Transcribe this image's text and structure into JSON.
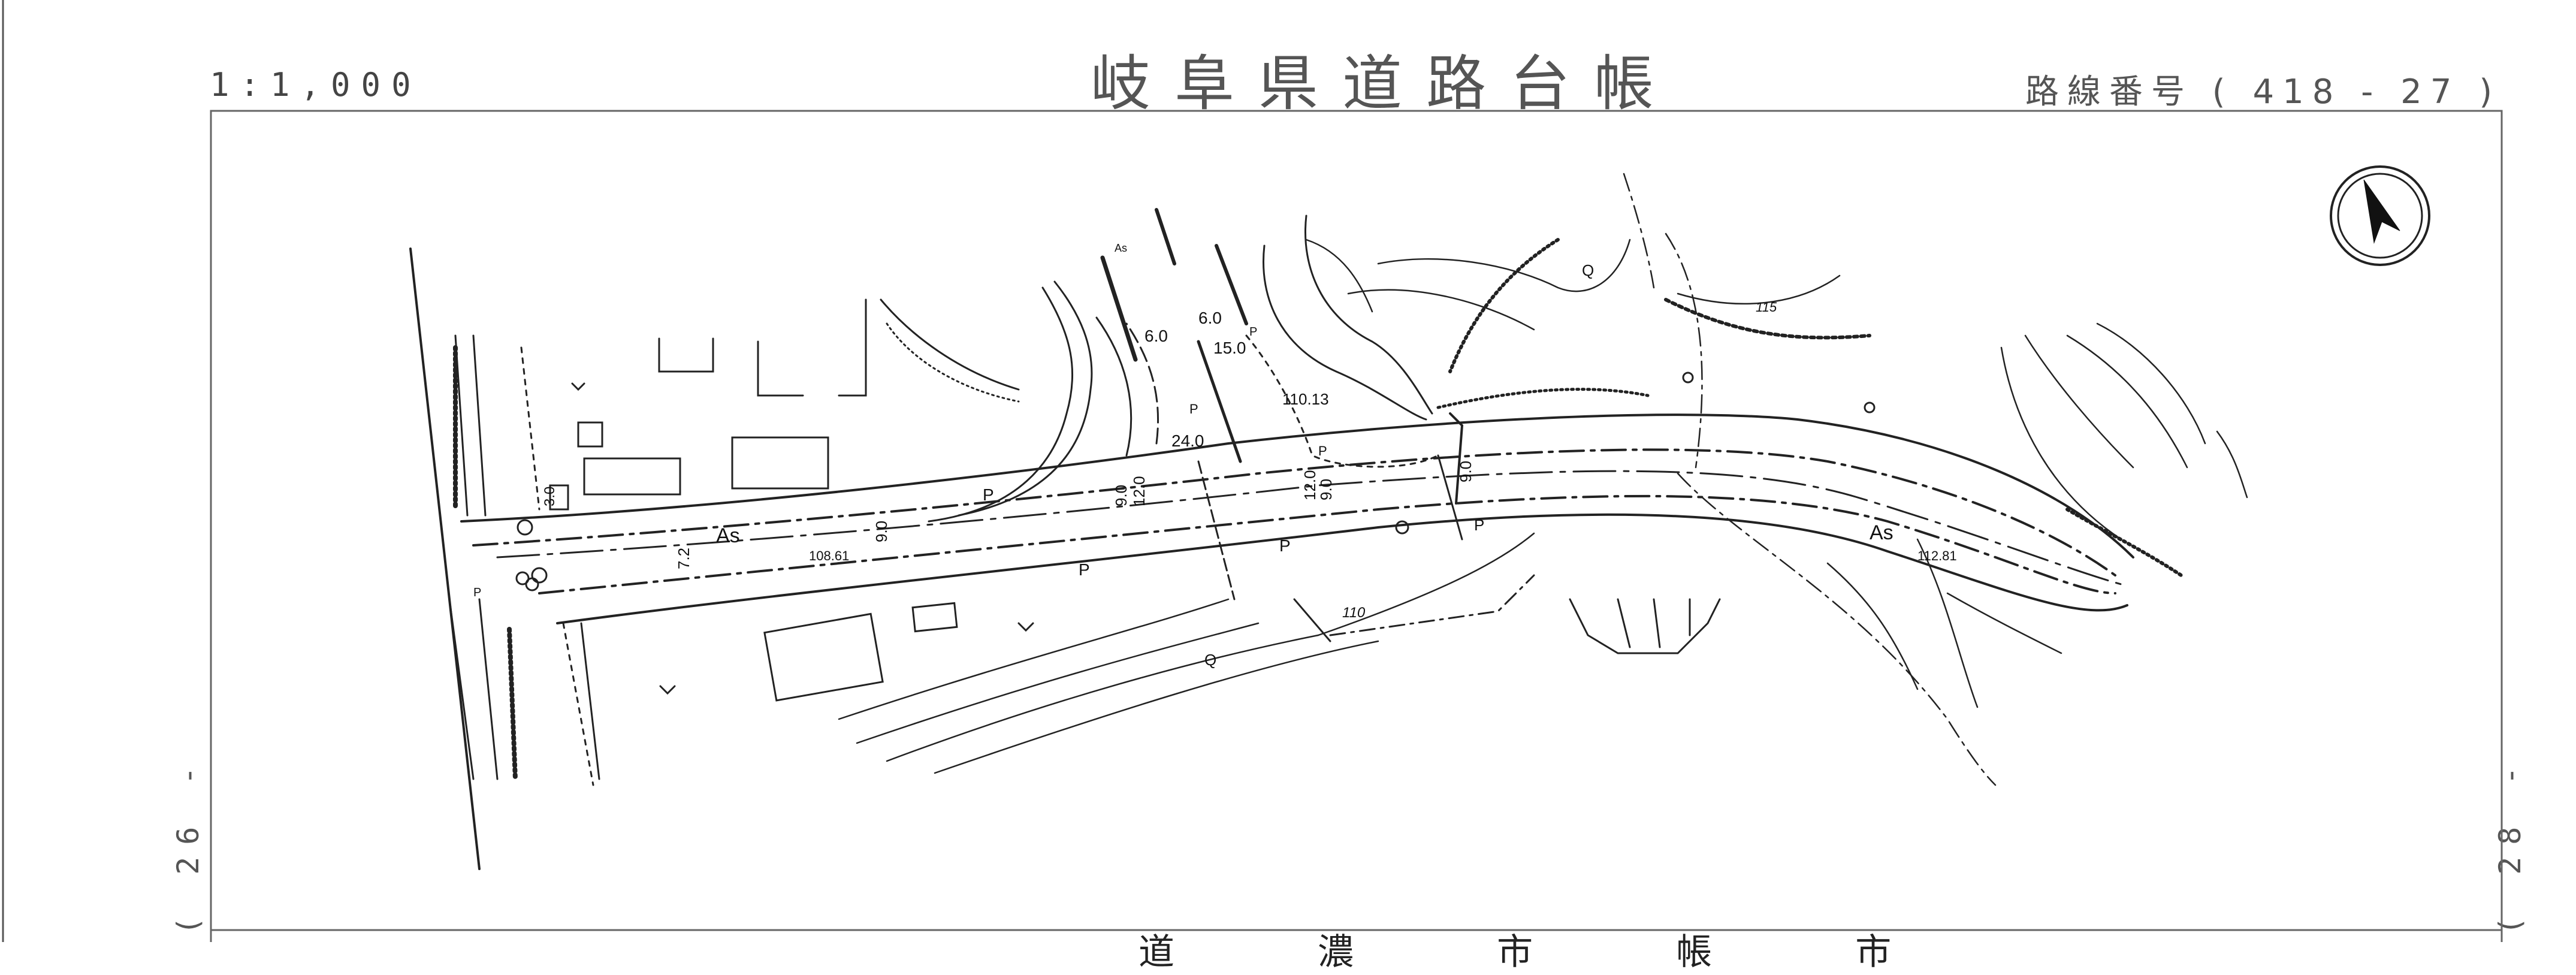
{
  "header": {
    "scale": "1:1,000",
    "title": "岐阜県道路台帳",
    "route_number": "路線番号 ( 418 - 27 )"
  },
  "adjacent_sheets": {
    "left": "( 26 -",
    "right": "( 28 -"
  },
  "footer_partial": "道 濃 市 帳 市",
  "map_labels": {
    "surface_as_1": "As",
    "surface_as_2": "As",
    "surface_as_3": "As",
    "elev_1": "108.61",
    "elev_2": "110.13",
    "elev_3": "112.81",
    "contour_110": "110",
    "contour_115": "115",
    "width_6a": "6.0",
    "width_6b": "6.0",
    "width_15": "15.0",
    "width_24": "24.0",
    "width_9a": "9.0",
    "width_9_12": "9.0",
    "width_12a": "12.0",
    "width_12b": "12.0",
    "width_9b": "9.0",
    "width_9c": "9.0",
    "width_72": "7.2",
    "width_30": "3.0",
    "p1": "P",
    "p2": "P",
    "p3": "P",
    "p4": "P",
    "p5": "P",
    "p6": "P",
    "p7": "P",
    "p8": "P",
    "q1": "Q",
    "q2": "Q"
  }
}
